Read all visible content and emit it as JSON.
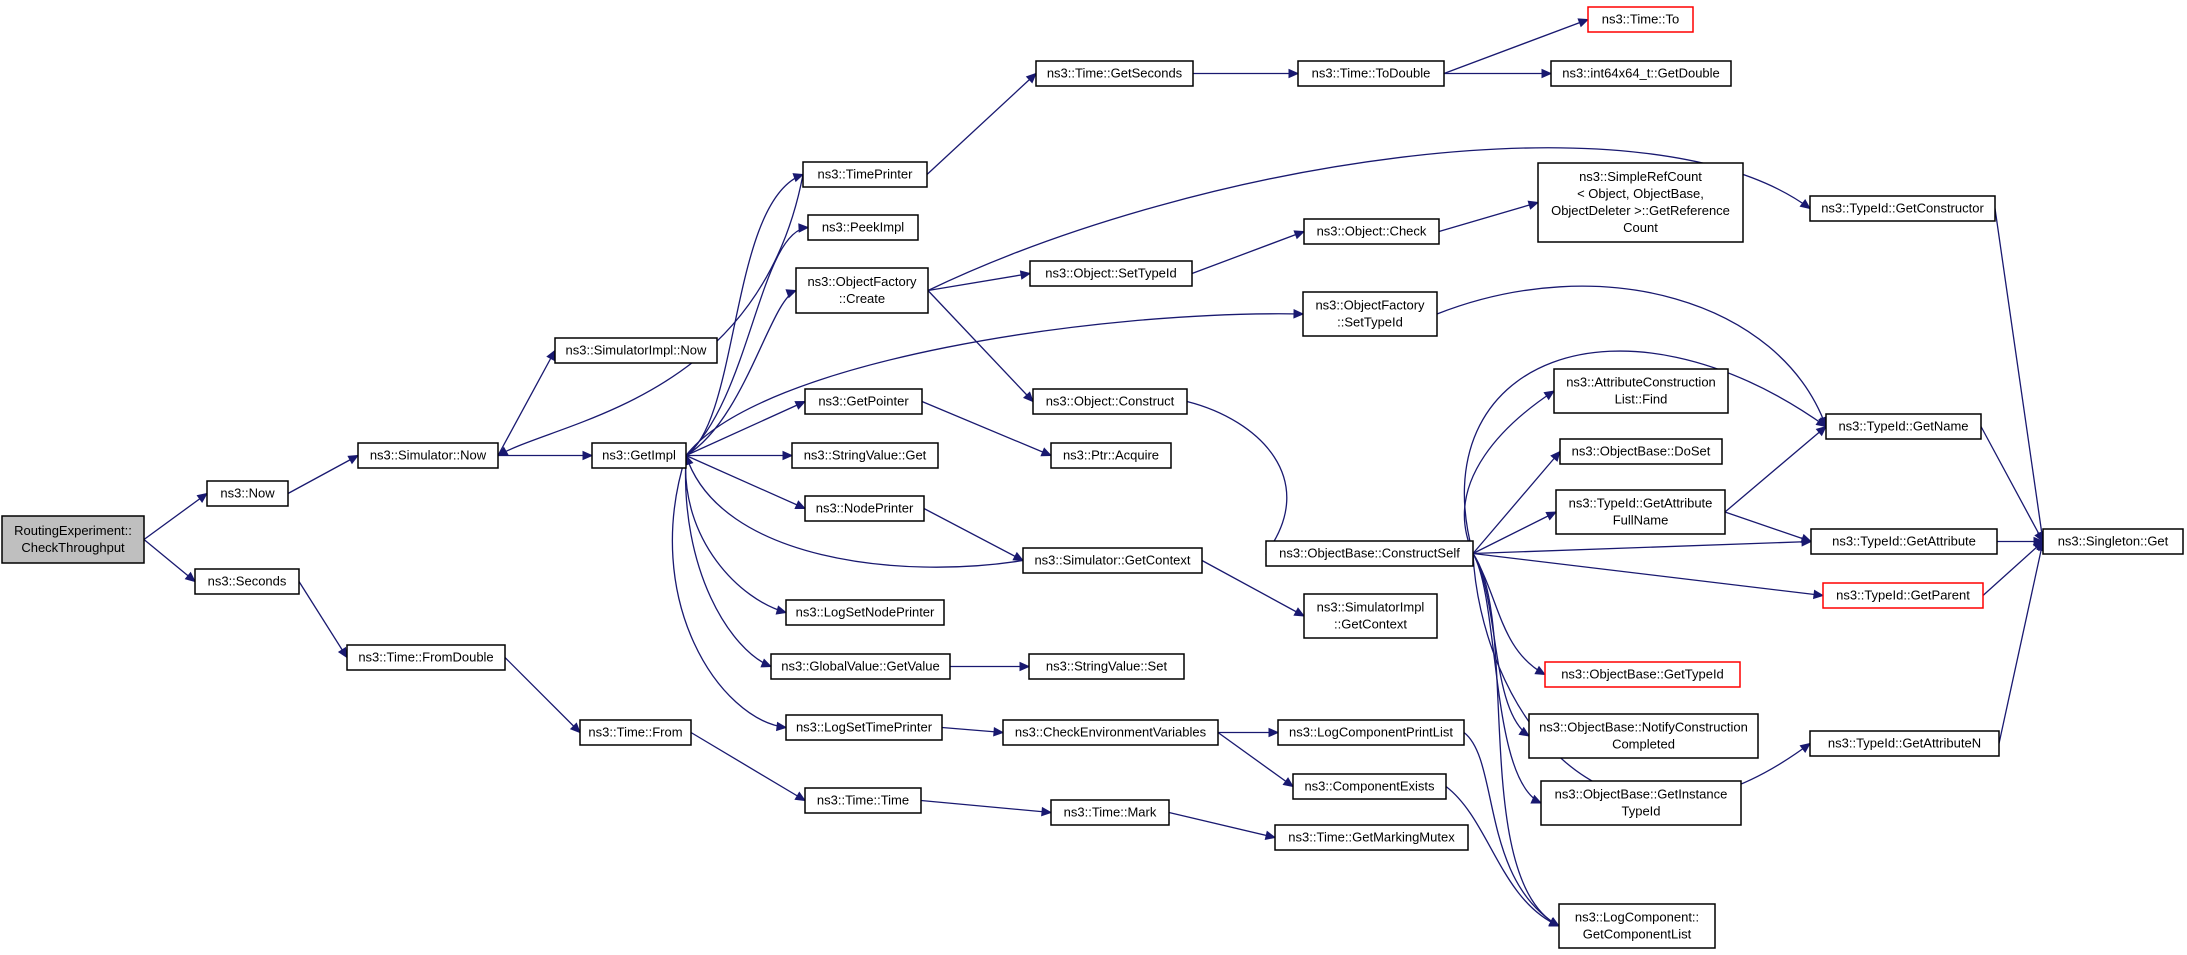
{
  "graph": {
    "nodes": [
      {
        "id": "root",
        "lines": [
          "RoutingExperiment::",
          "CheckThroughput"
        ],
        "root": true
      },
      {
        "id": "now",
        "lines": [
          "ns3::Now"
        ]
      },
      {
        "id": "seconds",
        "lines": [
          "ns3::Seconds"
        ]
      },
      {
        "id": "simnow",
        "lines": [
          "ns3::Simulator::Now"
        ]
      },
      {
        "id": "simimplnow",
        "lines": [
          "ns3::SimulatorImpl::Now"
        ]
      },
      {
        "id": "fromdouble",
        "lines": [
          "ns3::Time::FromDouble"
        ]
      },
      {
        "id": "from",
        "lines": [
          "ns3::Time::From"
        ]
      },
      {
        "id": "getimpl",
        "lines": [
          "ns3::GetImpl"
        ]
      },
      {
        "id": "timeprinter",
        "lines": [
          "ns3::TimePrinter"
        ]
      },
      {
        "id": "peekimpl",
        "lines": [
          "ns3::PeekImpl"
        ]
      },
      {
        "id": "ofcreate",
        "lines": [
          "ns3::ObjectFactory",
          "::Create"
        ]
      },
      {
        "id": "getpointer",
        "lines": [
          "ns3::GetPointer"
        ]
      },
      {
        "id": "svget",
        "lines": [
          "ns3::StringValue::Get"
        ]
      },
      {
        "id": "nodeprinter",
        "lines": [
          "ns3::NodePrinter"
        ]
      },
      {
        "id": "logsetnode",
        "lines": [
          "ns3::LogSetNodePrinter"
        ]
      },
      {
        "id": "gvgetvalue",
        "lines": [
          "ns3::GlobalValue::GetValue"
        ]
      },
      {
        "id": "logsettime",
        "lines": [
          "ns3::LogSetTimePrinter"
        ]
      },
      {
        "id": "timetime",
        "lines": [
          "ns3::Time::Time"
        ]
      },
      {
        "id": "getseconds",
        "lines": [
          "ns3::Time::GetSeconds"
        ]
      },
      {
        "id": "settypeid",
        "lines": [
          "ns3::Object::SetTypeId"
        ]
      },
      {
        "id": "construct",
        "lines": [
          "ns3::Object::Construct"
        ]
      },
      {
        "id": "ptracquire",
        "lines": [
          "ns3::Ptr::Acquire"
        ]
      },
      {
        "id": "simgetctx",
        "lines": [
          "ns3::Simulator::GetContext"
        ]
      },
      {
        "id": "svset",
        "lines": [
          "ns3::StringValue::Set"
        ]
      },
      {
        "id": "checkenv",
        "lines": [
          "ns3::CheckEnvironmentVariables"
        ]
      },
      {
        "id": "mark",
        "lines": [
          "ns3::Time::Mark"
        ]
      },
      {
        "id": "todouble",
        "lines": [
          "ns3::Time::ToDouble"
        ]
      },
      {
        "id": "objcheck",
        "lines": [
          "ns3::Object::Check"
        ]
      },
      {
        "id": "ofsettypeid",
        "lines": [
          "ns3::ObjectFactory",
          "::SetTypeId"
        ]
      },
      {
        "id": "constructself",
        "lines": [
          "ns3::ObjectBase::ConstructSelf"
        ]
      },
      {
        "id": "simimplctx",
        "lines": [
          "ns3::SimulatorImpl",
          "::GetContext"
        ]
      },
      {
        "id": "logcompprint",
        "lines": [
          "ns3::LogComponentPrintList"
        ]
      },
      {
        "id": "compexists",
        "lines": [
          "ns3::ComponentExists"
        ]
      },
      {
        "id": "getmarkingmutex",
        "lines": [
          "ns3::Time::GetMarkingMutex"
        ]
      },
      {
        "id": "timeto",
        "lines": [
          "ns3::Time::To"
        ],
        "red": true
      },
      {
        "id": "getdouble",
        "lines": [
          "ns3::int64x64_t::GetDouble"
        ]
      },
      {
        "id": "simplerefcount",
        "lines": [
          "ns3::SimpleRefCount",
          "< Object, ObjectBase,",
          "ObjectDeleter >::GetReference",
          "Count"
        ]
      },
      {
        "id": "attrfind",
        "lines": [
          "ns3::AttributeConstruction",
          "List::Find"
        ]
      },
      {
        "id": "doset",
        "lines": [
          "ns3::ObjectBase::DoSet"
        ]
      },
      {
        "id": "getattrfullname",
        "lines": [
          "ns3::TypeId::GetAttribute",
          "FullName"
        ]
      },
      {
        "id": "obgettypeid",
        "lines": [
          "ns3::ObjectBase::GetTypeId"
        ],
        "red": true
      },
      {
        "id": "notifyconstr",
        "lines": [
          "ns3::ObjectBase::NotifyConstruction",
          "Completed"
        ]
      },
      {
        "id": "getinstancetypeid",
        "lines": [
          "ns3::ObjectBase::GetInstance",
          "TypeId"
        ]
      },
      {
        "id": "getcomplist",
        "lines": [
          "ns3::LogComponent::",
          "GetComponentList"
        ]
      },
      {
        "id": "getconstructor",
        "lines": [
          "ns3::TypeId::GetConstructor"
        ]
      },
      {
        "id": "getname",
        "lines": [
          "ns3::TypeId::GetName"
        ]
      },
      {
        "id": "getattribute",
        "lines": [
          "ns3::TypeId::GetAttribute"
        ]
      },
      {
        "id": "getparent",
        "lines": [
          "ns3::TypeId::GetParent"
        ],
        "red": true
      },
      {
        "id": "getattributen",
        "lines": [
          "ns3::TypeId::GetAttributeN"
        ]
      },
      {
        "id": "singletonget",
        "lines": [
          "ns3::Singleton::Get"
        ]
      }
    ],
    "edges": [
      [
        "root",
        "now"
      ],
      [
        "root",
        "seconds"
      ],
      [
        "now",
        "simnow"
      ],
      [
        "simnow",
        "simimplnow"
      ],
      [
        "simnow",
        "getimpl"
      ],
      [
        "seconds",
        "fromdouble"
      ],
      [
        "fromdouble",
        "from"
      ],
      [
        "from",
        "timetime"
      ],
      [
        "timetime",
        "mark"
      ],
      [
        "mark",
        "getmarkingmutex"
      ],
      [
        "getimpl",
        "timeprinter"
      ],
      [
        "getimpl",
        "peekimpl"
      ],
      [
        "getimpl",
        "ofcreate"
      ],
      [
        "getimpl",
        "ofsettypeid"
      ],
      [
        "getimpl",
        "getpointer"
      ],
      [
        "getimpl",
        "svget"
      ],
      [
        "getimpl",
        "nodeprinter"
      ],
      [
        "getimpl",
        "logsetnode"
      ],
      [
        "getimpl",
        "gvgetvalue"
      ],
      [
        "getimpl",
        "logsettime"
      ],
      [
        "timeprinter",
        "simnow"
      ],
      [
        "timeprinter",
        "getseconds"
      ],
      [
        "getseconds",
        "todouble"
      ],
      [
        "todouble",
        "timeto"
      ],
      [
        "todouble",
        "getdouble"
      ],
      [
        "ofcreate",
        "settypeid"
      ],
      [
        "ofcreate",
        "construct"
      ],
      [
        "ofcreate",
        "getconstructor"
      ],
      [
        "settypeid",
        "objcheck"
      ],
      [
        "objcheck",
        "simplerefcount"
      ],
      [
        "getpointer",
        "ptracquire"
      ],
      [
        "nodeprinter",
        "simgetctx"
      ],
      [
        "simgetctx",
        "getimpl"
      ],
      [
        "simgetctx",
        "simimplctx"
      ],
      [
        "gvgetvalue",
        "svset"
      ],
      [
        "logsettime",
        "checkenv"
      ],
      [
        "checkenv",
        "logcompprint"
      ],
      [
        "checkenv",
        "compexists"
      ],
      [
        "logcompprint",
        "getcomplist"
      ],
      [
        "compexists",
        "getcomplist"
      ],
      [
        "construct",
        "constructself"
      ],
      [
        "ofsettypeid",
        "getname"
      ],
      [
        "constructself",
        "attrfind"
      ],
      [
        "constructself",
        "doset"
      ],
      [
        "constructself",
        "getattrfullname"
      ],
      [
        "constructself",
        "getattribute"
      ],
      [
        "constructself",
        "getparent"
      ],
      [
        "constructself",
        "obgettypeid"
      ],
      [
        "constructself",
        "notifyconstr"
      ],
      [
        "constructself",
        "getinstancetypeid"
      ],
      [
        "constructself",
        "getname"
      ],
      [
        "constructself",
        "getattributen"
      ],
      [
        "constructself",
        "getcomplist"
      ],
      [
        "getattrfullname",
        "getname"
      ],
      [
        "getattrfullname",
        "getattribute"
      ],
      [
        "getname",
        "singletonget"
      ],
      [
        "getattribute",
        "singletonget"
      ],
      [
        "getparent",
        "singletonget"
      ],
      [
        "getconstructor",
        "singletonget"
      ],
      [
        "getattributen",
        "singletonget"
      ]
    ]
  }
}
